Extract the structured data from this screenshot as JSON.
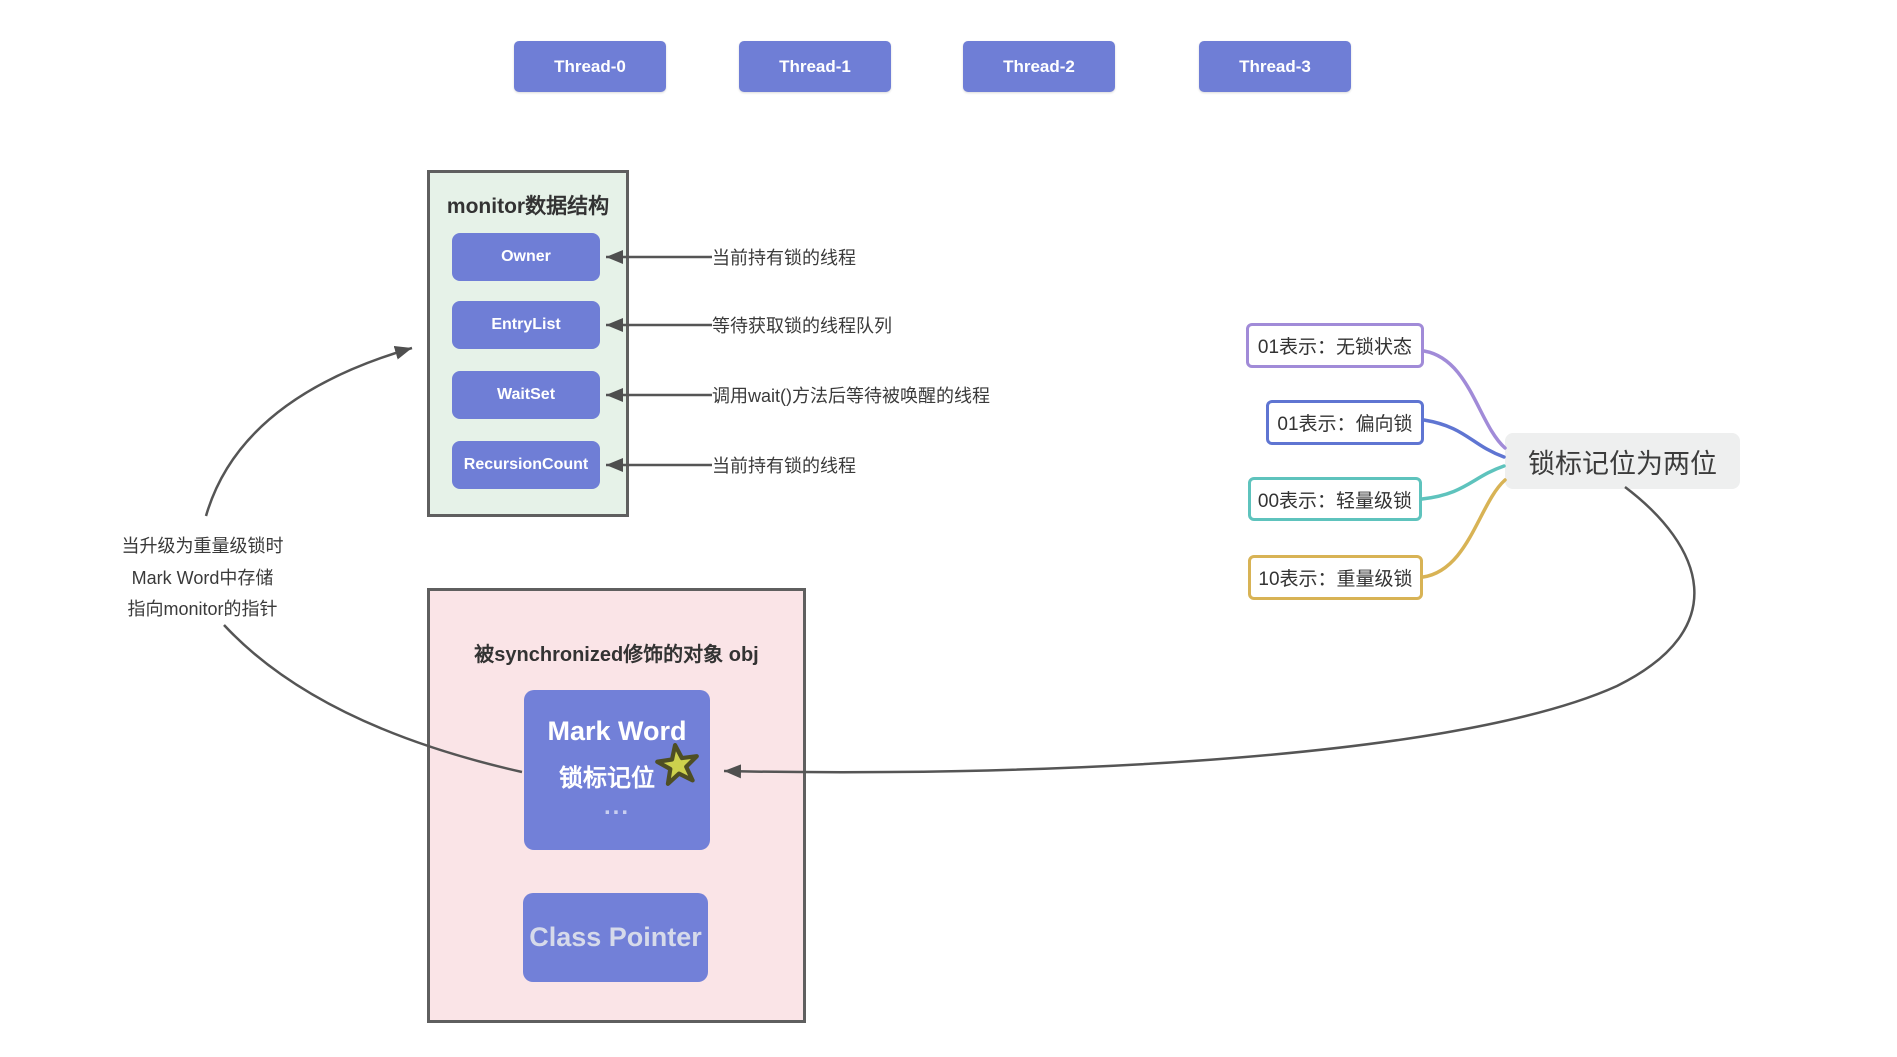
{
  "threads": [
    {
      "label": "Thread-0"
    },
    {
      "label": "Thread-1"
    },
    {
      "label": "Thread-2"
    },
    {
      "label": "Thread-3"
    }
  ],
  "monitor": {
    "title": "monitor数据结构",
    "rows": [
      {
        "label": "Owner",
        "annotation": "当前持有锁的线程"
      },
      {
        "label": "EntryList",
        "annotation": "等待获取锁的线程队列"
      },
      {
        "label": "WaitSet",
        "annotation": "调用wait()方法后等待被唤醒的线程"
      },
      {
        "label": "RecursionCount",
        "annotation": "当前持有锁的线程"
      }
    ]
  },
  "left_note": {
    "line1": "当升级为重量级锁时",
    "line2": "Mark Word中存储",
    "line3": "指向monitor的指针"
  },
  "object_box": {
    "title": "被synchronized修饰的对象 obj",
    "mark_word": {
      "title": "Mark Word",
      "subtitle": "锁标记位",
      "dots": "...",
      "star_icon": "star-icon"
    },
    "class_pointer_label": "Class Pointer"
  },
  "lock_flags": {
    "summary": "锁标记位为两位",
    "items": [
      {
        "label": "01表示：无锁状态",
        "color": "#a18bd8"
      },
      {
        "label": "01表示：偏向锁",
        "color": "#5f75d2"
      },
      {
        "label": "00表示：轻量级锁",
        "color": "#5ec3bd"
      },
      {
        "label": "10表示：重量级锁",
        "color": "#d8b355"
      }
    ]
  },
  "colors": {
    "node_purple": "#6f7ed6",
    "monitor_fill": "#e6f2e8",
    "object_fill": "#fae4e7",
    "box_border_gray": "#5f5f5f",
    "connector_gray": "#555555",
    "summary_fill": "#eeefef",
    "star_fill": "#cdd14d",
    "star_stroke": "#4e4e23"
  }
}
